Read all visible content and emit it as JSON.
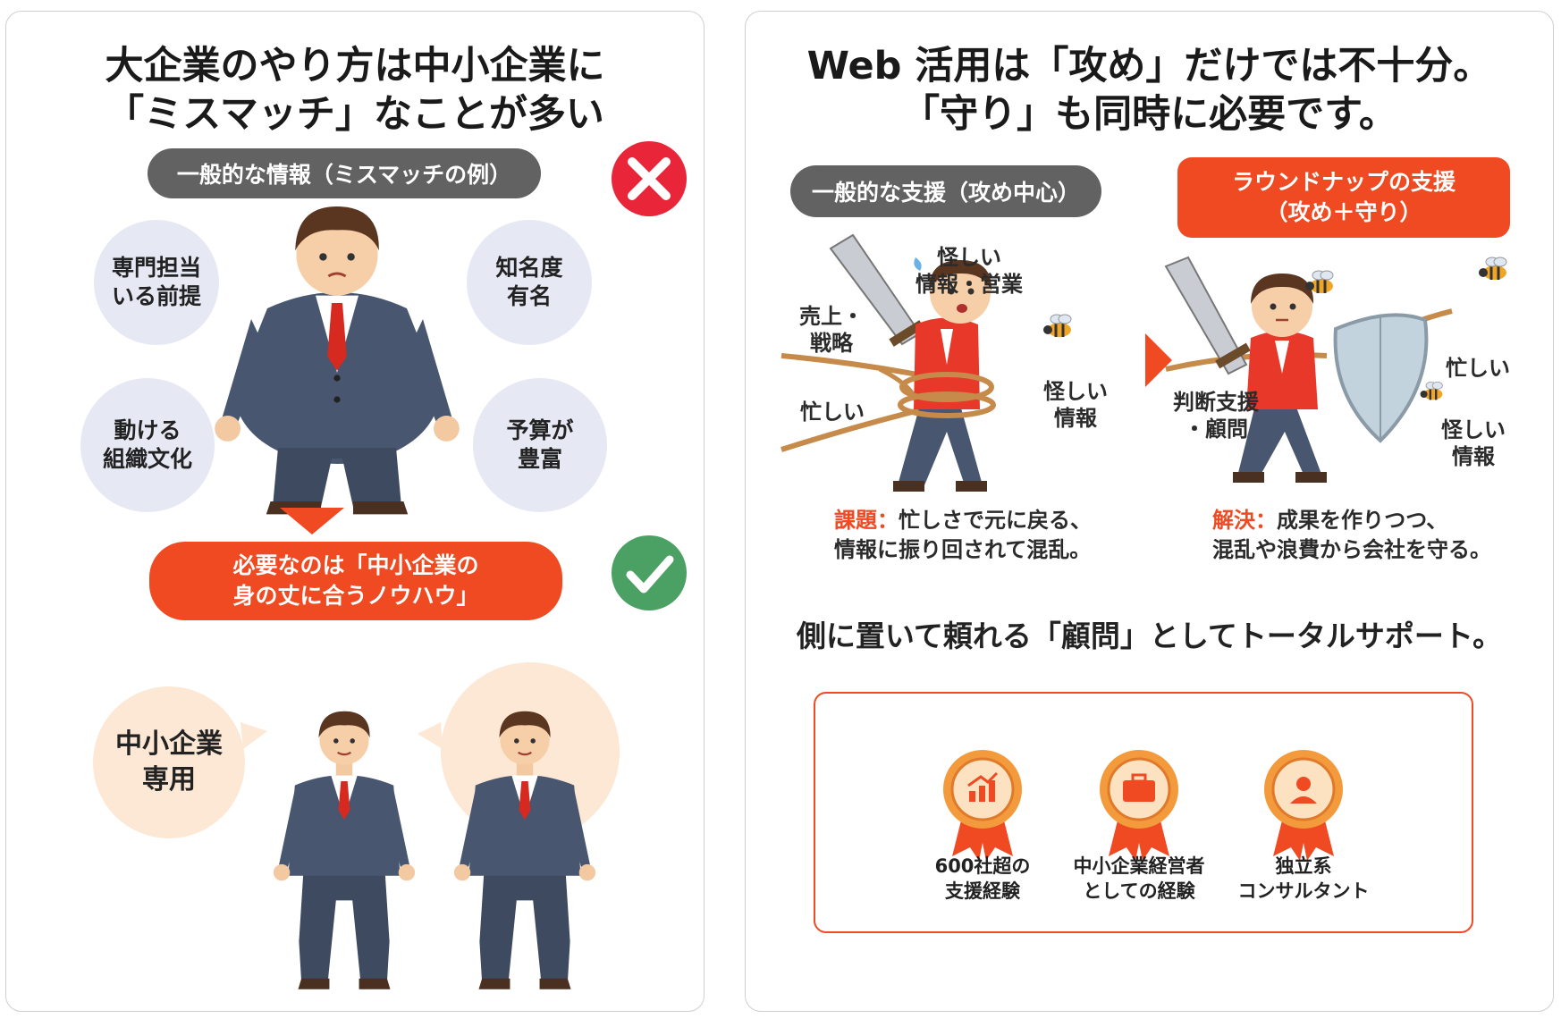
{
  "left": {
    "title_line1": "大企業のやり方は中小企業に",
    "title_line2": "「ミスマッチ」なことが多い",
    "general_pill": "一般的な情報（ミスマッチの例）",
    "bubble_professional": [
      "専門担当",
      "いる前提"
    ],
    "bubble_fame": [
      "知名度",
      "有名"
    ],
    "bubble_org": [
      "動ける",
      "組織文化"
    ],
    "bubble_budget": [
      "予算が",
      "豊富"
    ],
    "needed_pill": [
      "必要なのは「中小企業の",
      "身の丈に合うノウハウ」"
    ],
    "bubble_sme": [
      "中小企業",
      "専用"
    ],
    "colors": {
      "wrong": "#e9253a",
      "right": "#4ba163",
      "accent": "#ef4a22"
    }
  },
  "right": {
    "title_line1": "Web 活用は「攻め」だけでは不十分。",
    "title_line2": "「守り」も同時に必要です。",
    "general_pill": "一般的な支援（攻め中心）",
    "roundup_pill": [
      "ラウンドナップの支援",
      "（攻め＋守り）"
    ],
    "scene1_labels": {
      "sales": [
        "売上・",
        "戦略"
      ],
      "busy": "忙しい",
      "suspicious_sales": [
        "怪しい",
        "情報・営業"
      ],
      "suspicious_info": [
        "怪しい",
        "情報"
      ]
    },
    "scene2_labels": {
      "judgement": [
        "判断支援",
        "・顧問"
      ],
      "busy": "忙しい",
      "suspicious_info": [
        "怪しい",
        "情報"
      ]
    },
    "issue_caption": {
      "keyword": "課題：",
      "line1": "忙しさで元に戻る、",
      "line2": "情報に振り回されて混乱。"
    },
    "solution_caption": {
      "keyword": "解決：",
      "line1": "成果を作りつつ、",
      "line2": "混乱や浪費から会社を守る。"
    },
    "tagline": "側に置いて頼れる「顧問」としてトータルサポート。",
    "credentials": [
      {
        "icon": "growth-chart-icon",
        "label": [
          "600社超の",
          "支援経験"
        ]
      },
      {
        "icon": "briefcase-icon",
        "label": [
          "中小企業経営者",
          "としての経験"
        ]
      },
      {
        "icon": "person-icon",
        "label": [
          "独立系",
          "コンサルタント"
        ]
      }
    ]
  }
}
